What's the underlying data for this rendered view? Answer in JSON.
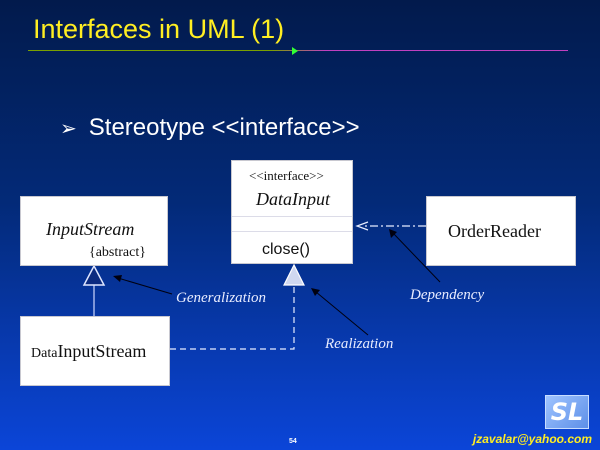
{
  "slide": {
    "title": "Interfaces in UML (1)",
    "bullet_marker": "➢",
    "bullet": "Stereotype <<interface>>",
    "page_number": "54",
    "email": "jzavalar@yahoo.com",
    "logo_text": "SL"
  },
  "diagram": {
    "input_stream": {
      "name": "InputStream",
      "constraint": "{abstract}"
    },
    "data_input": {
      "stereotype": "<<interface>>",
      "name": "DataInput",
      "operation": "close()"
    },
    "order_reader": {
      "name": "OrderReader"
    },
    "data_input_stream": {
      "name_prefix": "Data",
      "name_rest": "InputStream"
    },
    "labels": {
      "generalization": "Generalization",
      "dependency": "Dependency",
      "realization": "Realization"
    }
  },
  "colors": {
    "title": "#ffee22",
    "background_top": "#021a4c",
    "background_bottom": "#0b45d8",
    "box_fill": "#ffffff",
    "label_text": "#e8ecff"
  }
}
